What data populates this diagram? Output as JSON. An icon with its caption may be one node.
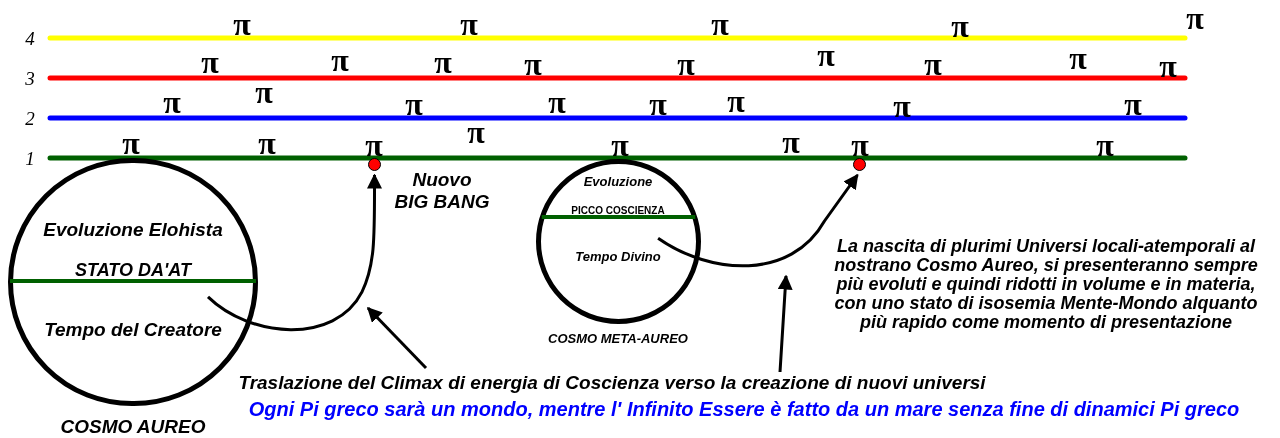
{
  "diagram": {
    "nodes": [
      {
        "text": [
          "Evoluzione Elohista",
          "STATO DA'AT",
          "Tempo del Creatore"
        ],
        "beside": [
          "COSMO AUREO"
        ]
      },
      {
        "text": [],
        "shape": "circle",
        "beside": [
          "Nuovo BIG BANG"
        ]
      },
      {
        "text": [
          "Evoluzione",
          "PICCO COSCIENZA",
          "Tempo Divino"
        ],
        "beside": [
          "COSMO META-AUREO"
        ]
      },
      {
        "text": [],
        "shape": "circle"
      },
      {
        "text": [
          "Traslazione del Climax di energia di Coscienza verso la creazione di nuovi universi"
        ]
      }
    ],
    "edges": [
      {
        "from": 0,
        "to": 1,
        "arrow": "to"
      },
      {
        "from": 2,
        "to": 3,
        "arrow": "to"
      },
      {
        "from": 4,
        "to": null,
        "arrow": "to"
      },
      {
        "from": 4,
        "to": null,
        "arrow": "to"
      }
    ],
    "labels": [
      "4",
      "π",
      "π",
      "π",
      "π",
      "π",
      "3",
      "π",
      "π",
      "π",
      "π",
      "π",
      "π",
      "π",
      "π",
      "π",
      "2",
      "π",
      "π",
      "π",
      "π",
      "π",
      "π",
      "π",
      "π",
      "1",
      "π",
      "π",
      "π",
      "π",
      "π",
      "π",
      "π",
      "π",
      "La nascita di plurimi Universi locali-atemporali al nostrano Cosmo Aureo, si presenteranno sempre più evoluti e quindi ridotti in volume e in materia, con uno stato di isosemia Mente-Mondo alquanto più rapido come momento di presentazione",
      "Ogni Pi greco sarà un mondo, mentre l' Infinito Essere è fatto da un mare senza fine di dinamici Pi greco"
    ]
  }
}
